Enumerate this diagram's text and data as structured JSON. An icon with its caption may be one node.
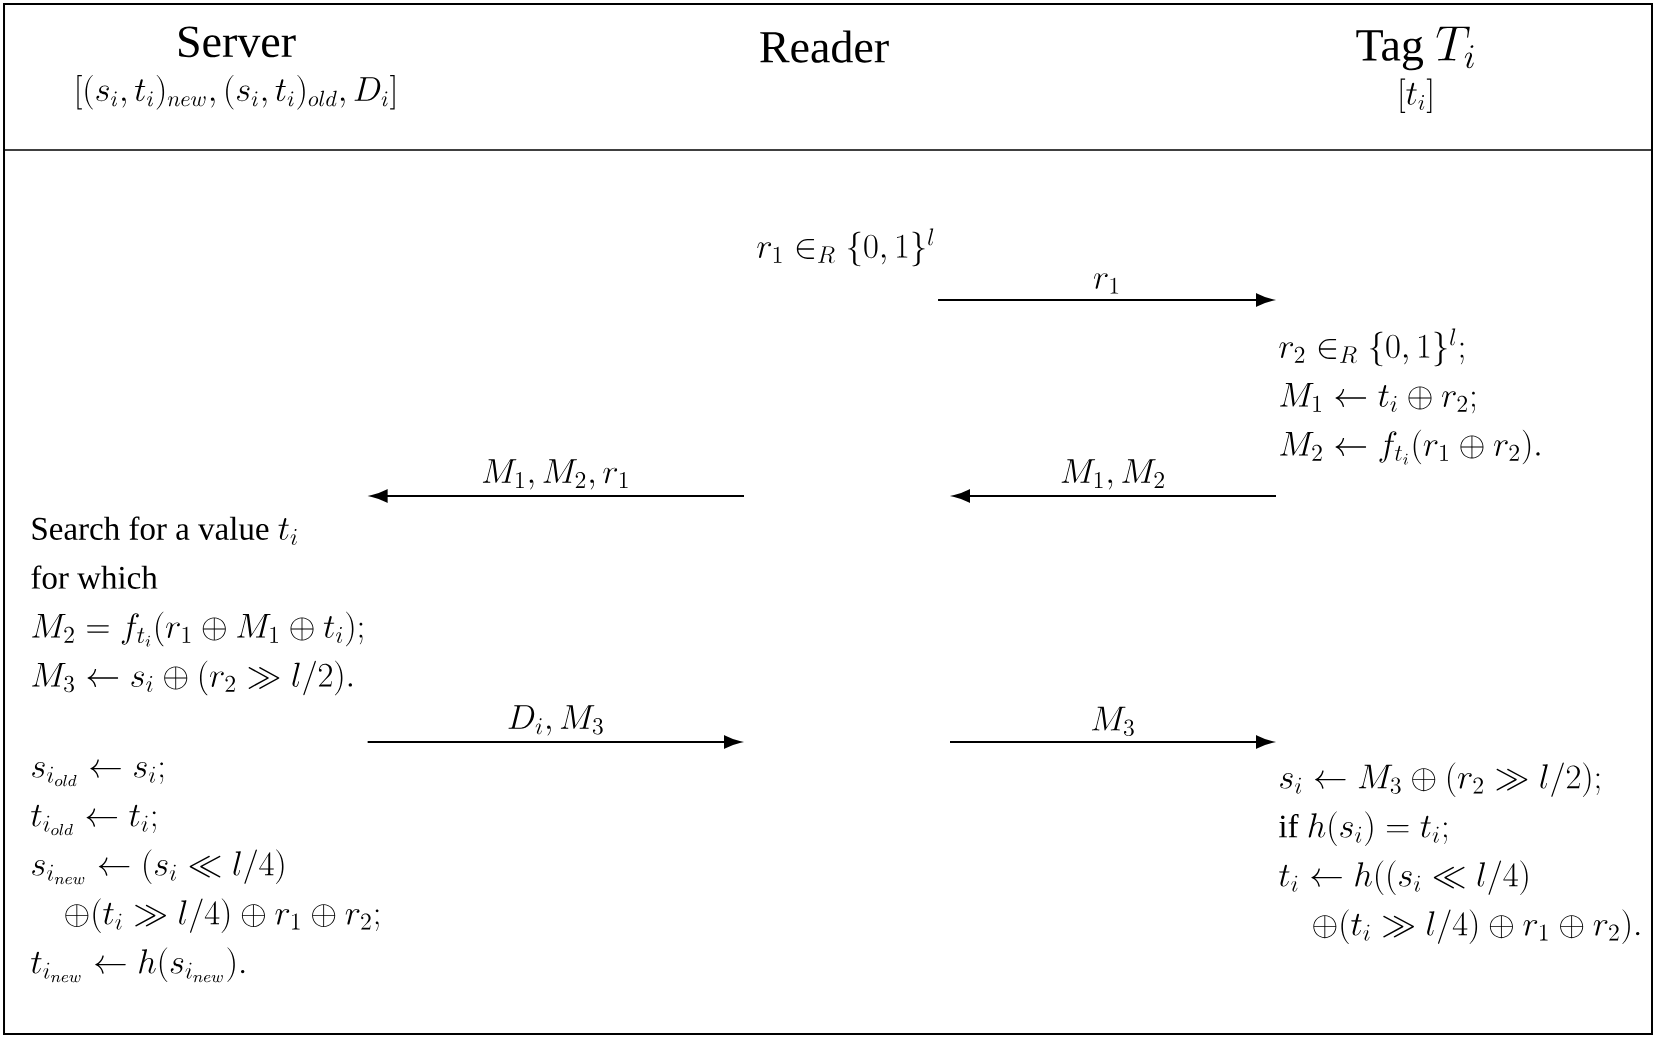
{
  "diagram": {
    "nodes": [
      {
        "text": [
          "Server",
          "[(s_i,t_i)_{new},(s_i,t_i)_{old},D_i]"
        ]
      },
      {
        "text": [
          "Reader"
        ]
      },
      {
        "text": [
          "\\text{Tag } T_i",
          "[t_i]"
        ]
      },
      {
        "text": [
          "r_1 \\in_R \\{0,1\\}^l"
        ]
      },
      {
        "text": [
          "r_2 \\in_R \\{0,1\\}^l;",
          "M_1 \\leftarrow t_i \\oplus r_2;",
          "M_2 \\leftarrow f_{t_i}(r_1 \\oplus r_2)."
        ]
      },
      {
        "text": [
          "\\text{Search for a value } t_i",
          "for which",
          "M_2 = f_{t_i}(r_1 \\oplus M_1 \\oplus t_i);",
          "M_3 \\leftarrow s_i \\oplus (r_2 \\gg l/2)."
        ]
      },
      {
        "text": [
          "s_{i_{old}} \\leftarrow s_i;",
          "t_{i_{old}} \\leftarrow t_i;",
          "s_{i_{new}} \\leftarrow (s_i \\ll l/4)",
          "\\quad\\oplus(t_i \\gg l/4) \\oplus r_1 \\oplus r_2;",
          "t_{i_{new}} \\leftarrow h(s_{i_{new}})."
        ]
      },
      {
        "text": [
          "s_i \\leftarrow M_3 \\oplus (r_2 \\gg l/2);",
          "\\text{if } h(s_i) = t_i;",
          "t_i \\leftarrow h((s_i \\ll l/4)",
          "\\quad\\oplus(t_i \\gg l/4) \\oplus r_1 \\oplus r_2)."
        ]
      }
    ],
    "edges": [
      {
        "from": 3,
        "to": 4,
        "arrow": "to",
        "label": "r_1"
      },
      {
        "from": 4,
        "to": null,
        "arrow": "to",
        "label": "M_1, M_2"
      },
      {
        "from": null,
        "to": 5,
        "arrow": "to",
        "label": "M_1, M_2, r_1"
      },
      {
        "from": 5,
        "to": null,
        "arrow": "to",
        "label": "D_i, M_3"
      },
      {
        "from": null,
        "to": 7,
        "arrow": "to",
        "label": "M_3"
      }
    ]
  }
}
